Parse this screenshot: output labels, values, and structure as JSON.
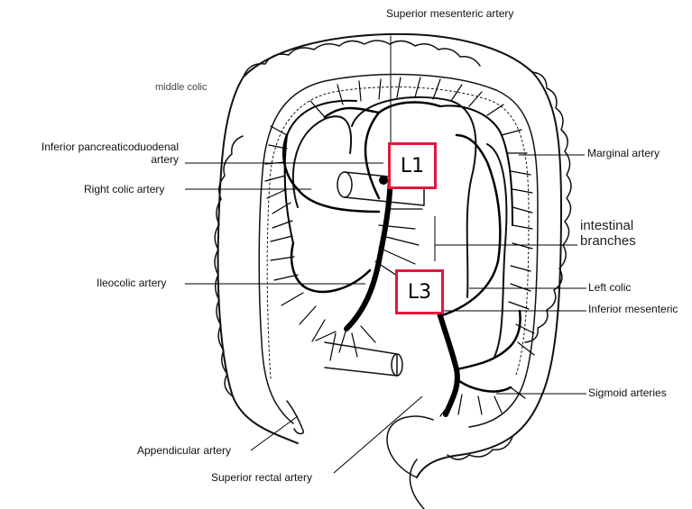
{
  "labels": {
    "superior_mesenteric": "Superior mesenteric artery",
    "middle_colic": "middle colic",
    "inferior_pancreaticoduodenal_1": "Inferior pancreaticoduodenal",
    "inferior_pancreaticoduodenal_2": "artery",
    "right_colic": "Right colic artery",
    "ileocolic": "Ileocolic artery",
    "appendicular": "Appendicular artery",
    "superior_rectal": "Superior rectal artery",
    "marginal": "Marginal artery",
    "intestinal_1": "intestinal",
    "intestinal_2": "branches",
    "left_colic": "Left colic",
    "inferior_mesenteric": "Inferior mesenteric",
    "sigmoid": "Sigmoid arteries"
  },
  "vertebra_markers": [
    {
      "id": "L1",
      "label": "L1",
      "color": "#e3173f"
    },
    {
      "id": "L3",
      "label": "L3",
      "color": "#e3173f"
    }
  ]
}
